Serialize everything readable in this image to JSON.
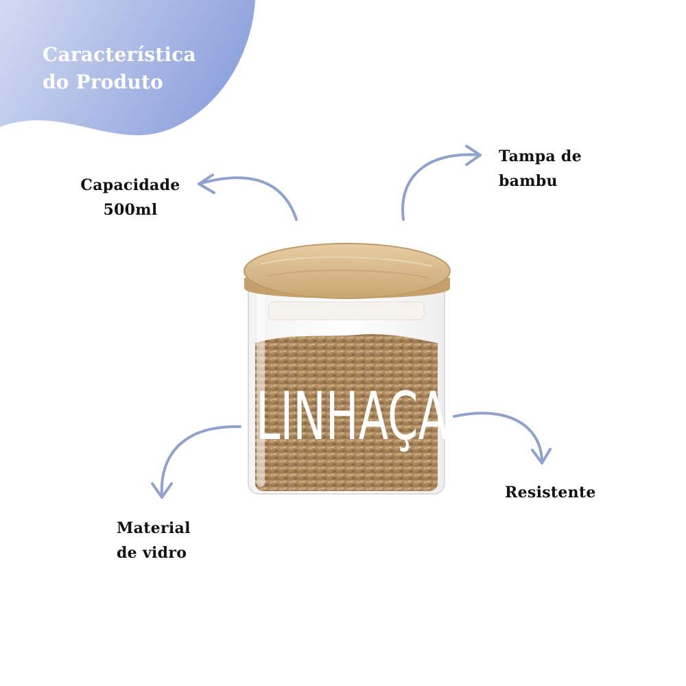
{
  "header": {
    "title_line1": "Característica",
    "title_line2": "do Produto"
  },
  "features": {
    "capacidade": {
      "line1": "Capacidade",
      "line2": "500ml"
    },
    "tampa": {
      "line1": "Tampa de",
      "line2": "bambu"
    },
    "resistente": {
      "line1": "Resistente"
    },
    "material": {
      "line1": "Material",
      "line2": "de vidro"
    }
  },
  "product": {
    "jar_label": "LINHAÇA"
  },
  "colors": {
    "badge_start": "#c9d3ef",
    "badge_end": "#8fa4de",
    "arrow": "#8ea2cd",
    "bamboo": "#d9b98a",
    "seeds": "#a9855a"
  }
}
